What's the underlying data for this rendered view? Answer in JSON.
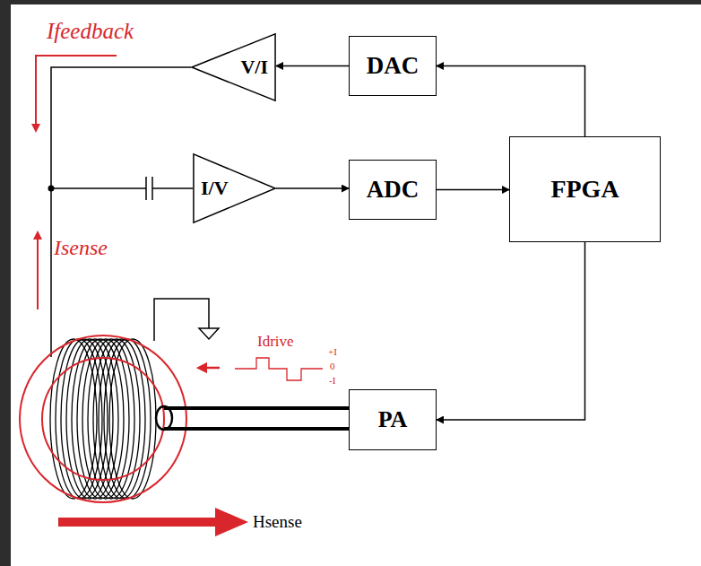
{
  "diagram": {
    "nodes": [
      {
        "text": [
          "V/I"
        ]
      },
      {
        "text": [
          "DAC"
        ]
      },
      {
        "text": [
          "I/V"
        ]
      },
      {
        "text": [
          "ADC"
        ]
      },
      {
        "text": [
          "FPGA"
        ]
      },
      {
        "text": [
          "PA"
        ]
      }
    ],
    "edges": [
      {
        "from": 1,
        "to": 0,
        "arrow": "to"
      },
      {
        "from": 2,
        "to": 3,
        "arrow": "to"
      },
      {
        "from": 3,
        "to": 4,
        "arrow": "to"
      },
      {
        "from": 4,
        "to": 1,
        "arrow": "to"
      },
      {
        "from": 4,
        "to": 5,
        "arrow": "to"
      }
    ],
    "labels": [
      "Ifeedback",
      "Isense",
      "Idrive",
      "+I",
      "0",
      "-I",
      "Hsense"
    ]
  }
}
